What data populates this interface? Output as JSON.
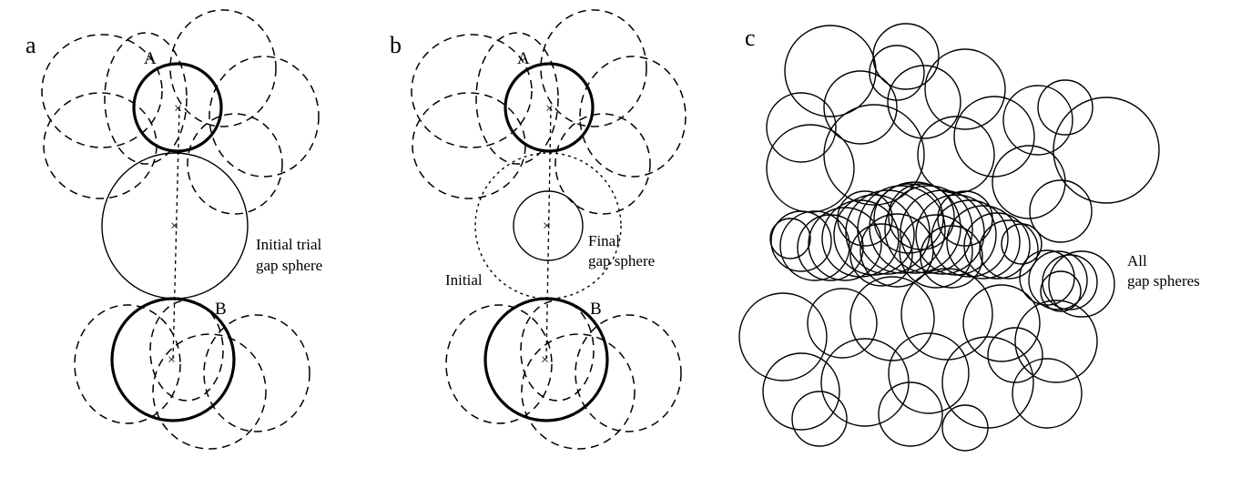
{
  "panels": {
    "a": {
      "letter": "a",
      "atom_a": "A",
      "atom_b": "B",
      "gap_label_line1": "Initial trial",
      "gap_label_line2": "gap sphere"
    },
    "b": {
      "letter": "b",
      "atom_a": "A",
      "atom_b": "B",
      "initial_label": "Initial",
      "final_label_line1": "Final",
      "final_label_line2": "gap sphere"
    },
    "c": {
      "letter": "c",
      "all_label_line1": "All",
      "all_label_line2": "gap spheres"
    }
  },
  "center_marker": "×"
}
